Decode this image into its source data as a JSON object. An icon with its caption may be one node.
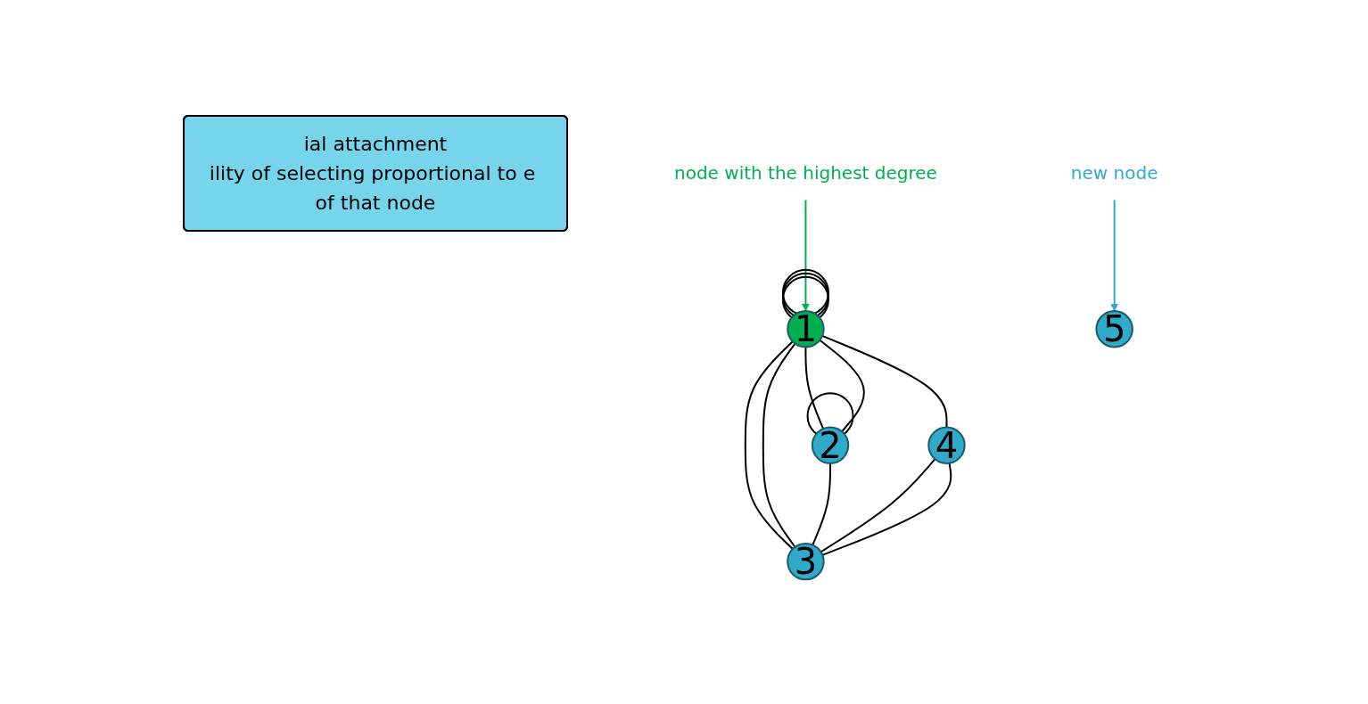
{
  "diagram": {
    "nodes": [
      {
        "text": [
          "ial attachment",
          "ility of selecting proportional to e of that node"
        ]
      },
      {
        "text": [
          "node with the highest degree"
        ]
      },
      {
        "text": [
          "1"
        ]
      },
      {
        "text": [
          "2"
        ]
      },
      {
        "text": [
          "new node"
        ]
      },
      {
        "text": [
          "4"
        ]
      },
      {
        "text": [
          "3"
        ]
      },
      {
        "text": [
          "5"
        ]
      }
    ],
    "edges": [
      {
        "from": 2,
        "to": 2,
        "arrow": "none"
      },
      {
        "from": 2,
        "to": 2,
        "arrow": "none"
      },
      {
        "from": 2,
        "to": 2,
        "arrow": "none"
      },
      {
        "from": 3,
        "to": 3,
        "arrow": "none"
      },
      {
        "from": 2,
        "to": 3,
        "arrow": "none"
      },
      {
        "from": 2,
        "to": 3,
        "arrow": "none"
      },
      {
        "from": 2,
        "to": 6,
        "arrow": "none"
      },
      {
        "from": 2,
        "to": 6,
        "arrow": "none"
      },
      {
        "from": 2,
        "to": 5,
        "arrow": "none"
      },
      {
        "from": 3,
        "to": 6,
        "arrow": "none"
      },
      {
        "from": 5,
        "to": 6,
        "arrow": "none"
      },
      {
        "from": 5,
        "to": 6,
        "arrow": "none"
      },
      {
        "from": 1,
        "to": 2,
        "arrow": "to",
        "color": "#00b050"
      },
      {
        "from": 4,
        "to": 7,
        "arrow": "to",
        "color": "#31a9c9"
      }
    ]
  }
}
